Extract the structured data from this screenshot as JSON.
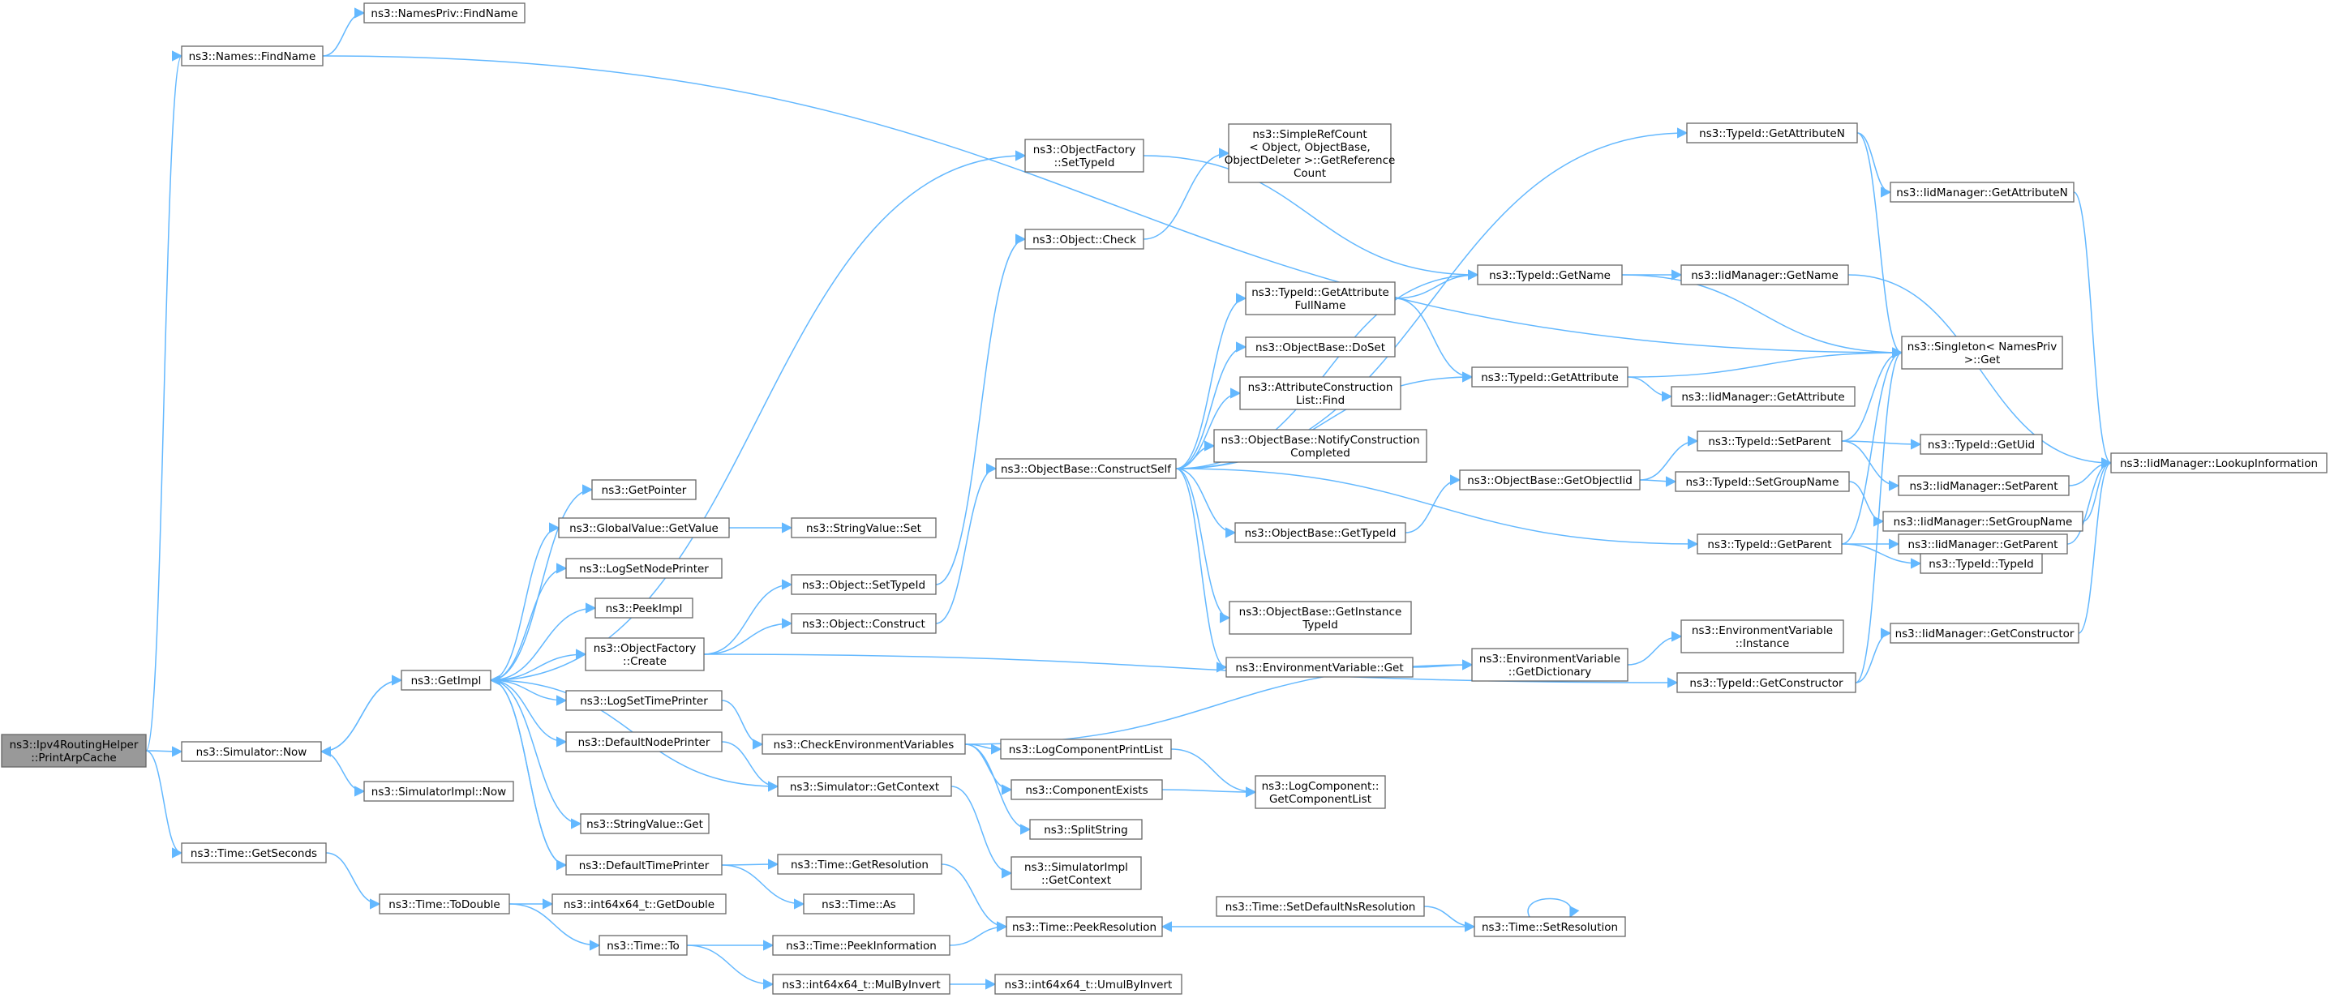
{
  "colors": {
    "edge": "#63b8ff",
    "node_border": "#666666",
    "root_fill": "#999999",
    "node_fill": "#ffffff"
  },
  "nodes": [
    {
      "id": "root",
      "lines": [
        "ns3::Ipv4RoutingHelper",
        "::PrintArpCache"
      ]
    },
    {
      "id": "names_find",
      "lines": [
        "ns3::Names::FindName"
      ]
    },
    {
      "id": "namespriv_find",
      "lines": [
        "ns3::NamesPriv::FindName"
      ]
    },
    {
      "id": "sim_now",
      "lines": [
        "ns3::Simulator::Now"
      ]
    },
    {
      "id": "simimpl_now",
      "lines": [
        "ns3::SimulatorImpl::Now"
      ]
    },
    {
      "id": "time_getseconds",
      "lines": [
        "ns3::Time::GetSeconds"
      ]
    },
    {
      "id": "time_todouble",
      "lines": [
        "ns3::Time::ToDouble"
      ]
    },
    {
      "id": "int64_getdouble",
      "lines": [
        "ns3::int64x64_t::GetDouble"
      ]
    },
    {
      "id": "time_to",
      "lines": [
        "ns3::Time::To"
      ]
    },
    {
      "id": "int64_mulbyinvert",
      "lines": [
        "ns3::int64x64_t::MulByInvert"
      ]
    },
    {
      "id": "int64_umulbyinvert",
      "lines": [
        "ns3::int64x64_t::UmulByInvert"
      ]
    },
    {
      "id": "getimpl",
      "lines": [
        "ns3::GetImpl"
      ]
    },
    {
      "id": "getpointer",
      "lines": [
        "ns3::GetPointer"
      ]
    },
    {
      "id": "globalvalue_getvalue",
      "lines": [
        "ns3::GlobalValue::GetValue"
      ]
    },
    {
      "id": "stringvalue_set",
      "lines": [
        "ns3::StringValue::Set"
      ]
    },
    {
      "id": "logsetnodeprinter",
      "lines": [
        "ns3::LogSetNodePrinter"
      ]
    },
    {
      "id": "peekimpl",
      "lines": [
        "ns3::PeekImpl"
      ]
    },
    {
      "id": "objfactory_create",
      "lines": [
        "ns3::ObjectFactory",
        "::Create"
      ]
    },
    {
      "id": "logsettimeprinter",
      "lines": [
        "ns3::LogSetTimePrinter"
      ]
    },
    {
      "id": "defaultnodeprinter",
      "lines": [
        "ns3::DefaultNodePrinter"
      ]
    },
    {
      "id": "stringvalue_get",
      "lines": [
        "ns3::StringValue::Get"
      ]
    },
    {
      "id": "defaulttimeprinter",
      "lines": [
        "ns3::DefaultTimePrinter"
      ]
    },
    {
      "id": "objfactory_settypeid",
      "lines": [
        "ns3::ObjectFactory",
        "::SetTypeId"
      ]
    },
    {
      "id": "object_settypeid",
      "lines": [
        "ns3::Object::SetTypeId"
      ]
    },
    {
      "id": "object_construct",
      "lines": [
        "ns3::Object::Construct"
      ]
    },
    {
      "id": "object_check",
      "lines": [
        "ns3::Object::Check"
      ]
    },
    {
      "id": "checkenvvars",
      "lines": [
        "ns3::CheckEnvironmentVariables"
      ]
    },
    {
      "id": "sim_getcontext",
      "lines": [
        "ns3::Simulator::GetContext"
      ]
    },
    {
      "id": "time_getresolution",
      "lines": [
        "ns3::Time::GetResolution"
      ]
    },
    {
      "id": "time_as",
      "lines": [
        "ns3::Time::As"
      ]
    },
    {
      "id": "time_peekinformation",
      "lines": [
        "ns3::Time::PeekInformation"
      ]
    },
    {
      "id": "objbase_constructself",
      "lines": [
        "ns3::ObjectBase::ConstructSelf"
      ]
    },
    {
      "id": "simplerefcount",
      "lines": [
        "ns3::SimpleRefCount",
        "< Object, ObjectBase,",
        "ObjectDeleter >::GetReference",
        "Count"
      ]
    },
    {
      "id": "typeid_getattrfullname",
      "lines": [
        "ns3::TypeId::GetAttribute",
        "FullName"
      ]
    },
    {
      "id": "objbase_doset",
      "lines": [
        "ns3::ObjectBase::DoSet"
      ]
    },
    {
      "id": "attrconstruction_find",
      "lines": [
        "ns3::AttributeConstruction",
        "List::Find"
      ]
    },
    {
      "id": "objbase_notify",
      "lines": [
        "ns3::ObjectBase::NotifyConstruction",
        "Completed"
      ]
    },
    {
      "id": "objbase_gettypeid",
      "lines": [
        "ns3::ObjectBase::GetTypeId"
      ]
    },
    {
      "id": "objbase_getinstancetypeid",
      "lines": [
        "ns3::ObjectBase::GetInstance",
        "TypeId"
      ]
    },
    {
      "id": "envvar_get",
      "lines": [
        "ns3::EnvironmentVariable::Get"
      ]
    },
    {
      "id": "logcomponentprintlist",
      "lines": [
        "ns3::LogComponentPrintList"
      ]
    },
    {
      "id": "componentexists",
      "lines": [
        "ns3::ComponentExists"
      ]
    },
    {
      "id": "splitstring",
      "lines": [
        "ns3::SplitString"
      ]
    },
    {
      "id": "simimpl_getcontext",
      "lines": [
        "ns3::SimulatorImpl",
        "::GetContext"
      ]
    },
    {
      "id": "time_peekresolution",
      "lines": [
        "ns3::Time::PeekResolution"
      ]
    },
    {
      "id": "time_setdefaultns",
      "lines": [
        "ns3::Time::SetDefaultNsResolution"
      ]
    },
    {
      "id": "time_setresolution",
      "lines": [
        "ns3::Time::SetResolution"
      ]
    },
    {
      "id": "typeid_getname",
      "lines": [
        "ns3::TypeId::GetName"
      ]
    },
    {
      "id": "typeid_getattribute",
      "lines": [
        "ns3::TypeId::GetAttribute"
      ]
    },
    {
      "id": "objbase_getobjectiid",
      "lines": [
        "ns3::ObjectBase::GetObjectIid"
      ]
    },
    {
      "id": "envvar_getdictionary",
      "lines": [
        "ns3::EnvironmentVariable",
        "::GetDictionary"
      ]
    },
    {
      "id": "logcomponent_getlist",
      "lines": [
        "ns3::LogComponent::",
        "GetComponentList"
      ]
    },
    {
      "id": "typeid_getattributen",
      "lines": [
        "ns3::TypeId::GetAttributeN"
      ]
    },
    {
      "id": "iid_getname",
      "lines": [
        "ns3::IidManager::GetName"
      ]
    },
    {
      "id": "iid_getattribute",
      "lines": [
        "ns3::IidManager::GetAttribute"
      ]
    },
    {
      "id": "typeid_setparent",
      "lines": [
        "ns3::TypeId::SetParent"
      ]
    },
    {
      "id": "typeid_setgroupname",
      "lines": [
        "ns3::TypeId::SetGroupName"
      ]
    },
    {
      "id": "typeid_getparent",
      "lines": [
        "ns3::TypeId::GetParent"
      ]
    },
    {
      "id": "envvar_instance",
      "lines": [
        "ns3::EnvironmentVariable",
        "::Instance"
      ]
    },
    {
      "id": "typeid_getconstructor",
      "lines": [
        "ns3::TypeId::GetConstructor"
      ]
    },
    {
      "id": "iid_getattributen",
      "lines": [
        "ns3::IidManager::GetAttributeN"
      ]
    },
    {
      "id": "singleton_get",
      "lines": [
        "ns3::Singleton< NamesPriv",
        ">::Get"
      ]
    },
    {
      "id": "typeid_getuid",
      "lines": [
        "ns3::TypeId::GetUid"
      ]
    },
    {
      "id": "iid_setparent",
      "lines": [
        "ns3::IidManager::SetParent"
      ]
    },
    {
      "id": "iid_setgroupname",
      "lines": [
        "ns3::IidManager::SetGroupName"
      ]
    },
    {
      "id": "iid_getparent",
      "lines": [
        "ns3::IidManager::GetParent"
      ]
    },
    {
      "id": "typeid_typeid",
      "lines": [
        "ns3::TypeId::TypeId"
      ]
    },
    {
      "id": "iid_getconstructor",
      "lines": [
        "ns3::IidManager::GetConstructor"
      ]
    },
    {
      "id": "iid_lookupinformation",
      "lines": [
        "ns3::IidManager::LookupInformation"
      ]
    }
  ],
  "edges": [
    [
      "root",
      "names_find"
    ],
    [
      "root",
      "sim_now"
    ],
    [
      "root",
      "time_getseconds"
    ],
    [
      "names_find",
      "namespriv_find"
    ],
    [
      "names_find",
      "singleton_get"
    ],
    [
      "sim_now",
      "getimpl"
    ],
    [
      "sim_now",
      "simimpl_now"
    ],
    [
      "time_getseconds",
      "time_todouble"
    ],
    [
      "time_todouble",
      "int64_getdouble"
    ],
    [
      "time_todouble",
      "time_to"
    ],
    [
      "time_to",
      "time_peekinformation"
    ],
    [
      "time_to",
      "int64_mulbyinvert"
    ],
    [
      "int64_mulbyinvert",
      "int64_umulbyinvert"
    ],
    [
      "getimpl",
      "objfactory_settypeid"
    ],
    [
      "getimpl",
      "getpointer"
    ],
    [
      "getimpl",
      "globalvalue_getvalue"
    ],
    [
      "getimpl",
      "logsetnodeprinter"
    ],
    [
      "getimpl",
      "peekimpl"
    ],
    [
      "getimpl",
      "objfactory_create"
    ],
    [
      "getimpl",
      "logsettimeprinter"
    ],
    [
      "getimpl",
      "defaultnodeprinter"
    ],
    [
      "getimpl",
      "stringvalue_get"
    ],
    [
      "getimpl",
      "defaulttimeprinter"
    ],
    [
      "getimpl",
      "sim_now"
    ],
    [
      "globalvalue_getvalue",
      "stringvalue_set"
    ],
    [
      "objfactory_create",
      "object_settypeid"
    ],
    [
      "objfactory_create",
      "object_construct"
    ],
    [
      "objfactory_create",
      "typeid_getconstructor"
    ],
    [
      "logsettimeprinter",
      "checkenvvars"
    ],
    [
      "defaultnodeprinter",
      "sim_getcontext"
    ],
    [
      "sim_getcontext",
      "getimpl"
    ],
    [
      "sim_getcontext",
      "simimpl_getcontext"
    ],
    [
      "defaulttimeprinter",
      "time_getresolution"
    ],
    [
      "defaulttimeprinter",
      "time_as"
    ],
    [
      "defaulttimeprinter",
      "getimpl"
    ],
    [
      "time_getresolution",
      "time_peekresolution"
    ],
    [
      "time_peekinformation",
      "time_peekresolution"
    ],
    [
      "objfactory_settypeid",
      "typeid_getname"
    ],
    [
      "object_settypeid",
      "object_check"
    ],
    [
      "object_check",
      "simplerefcount"
    ],
    [
      "object_construct",
      "objbase_constructself"
    ],
    [
      "objbase_constructself",
      "typeid_getattributen"
    ],
    [
      "objbase_constructself",
      "typeid_getname"
    ],
    [
      "objbase_constructself",
      "typeid_getattrfullname"
    ],
    [
      "objbase_constructself",
      "objbase_doset"
    ],
    [
      "objbase_constructself",
      "attrconstruction_find"
    ],
    [
      "objbase_constructself",
      "objbase_notify"
    ],
    [
      "objbase_constructself",
      "typeid_getattribute"
    ],
    [
      "objbase_constructself",
      "objbase_gettypeid"
    ],
    [
      "objbase_constructself",
      "typeid_getparent"
    ],
    [
      "objbase_constructself",
      "objbase_getinstancetypeid"
    ],
    [
      "objbase_constructself",
      "envvar_get"
    ],
    [
      "typeid_getattrfullname",
      "typeid_getname"
    ],
    [
      "typeid_getattrfullname",
      "typeid_getattribute"
    ],
    [
      "objbase_gettypeid",
      "objbase_getobjectiid"
    ],
    [
      "objbase_getobjectiid",
      "typeid_setparent"
    ],
    [
      "objbase_getobjectiid",
      "typeid_setgroupname"
    ],
    [
      "envvar_get",
      "envvar_getdictionary"
    ],
    [
      "envvar_getdictionary",
      "envvar_instance"
    ],
    [
      "checkenvvars",
      "envvar_getdictionary"
    ],
    [
      "checkenvvars",
      "logcomponentprintlist"
    ],
    [
      "checkenvvars",
      "componentexists"
    ],
    [
      "checkenvvars",
      "splitstring"
    ],
    [
      "logcomponentprintlist",
      "logcomponent_getlist"
    ],
    [
      "componentexists",
      "logcomponent_getlist"
    ],
    [
      "time_setdefaultns",
      "time_setresolution"
    ],
    [
      "time_setresolution",
      "time_peekresolution"
    ],
    [
      "time_setresolution",
      "time_setresolution"
    ],
    [
      "typeid_getname",
      "iid_getname"
    ],
    [
      "typeid_getname",
      "singleton_get"
    ],
    [
      "typeid_getattribute",
      "iid_getattribute"
    ],
    [
      "typeid_getattribute",
      "singleton_get"
    ],
    [
      "typeid_getattributen",
      "iid_getattributen"
    ],
    [
      "typeid_getattributen",
      "singleton_get"
    ],
    [
      "typeid_setparent",
      "typeid_getuid"
    ],
    [
      "typeid_setparent",
      "iid_setparent"
    ],
    [
      "typeid_setparent",
      "singleton_get"
    ],
    [
      "typeid_setgroupname",
      "iid_setgroupname"
    ],
    [
      "typeid_getparent",
      "iid_getparent"
    ],
    [
      "typeid_getparent",
      "typeid_typeid"
    ],
    [
      "typeid_getparent",
      "singleton_get"
    ],
    [
      "typeid_getconstructor",
      "iid_getconstructor"
    ],
    [
      "typeid_getconstructor",
      "singleton_get"
    ],
    [
      "iid_getname",
      "iid_lookupinformation"
    ],
    [
      "iid_getattributen",
      "iid_lookupinformation"
    ],
    [
      "iid_setparent",
      "iid_lookupinformation"
    ],
    [
      "iid_setgroupname",
      "iid_lookupinformation"
    ],
    [
      "iid_getparent",
      "iid_lookupinformation"
    ],
    [
      "iid_getconstructor",
      "iid_lookupinformation"
    ]
  ]
}
